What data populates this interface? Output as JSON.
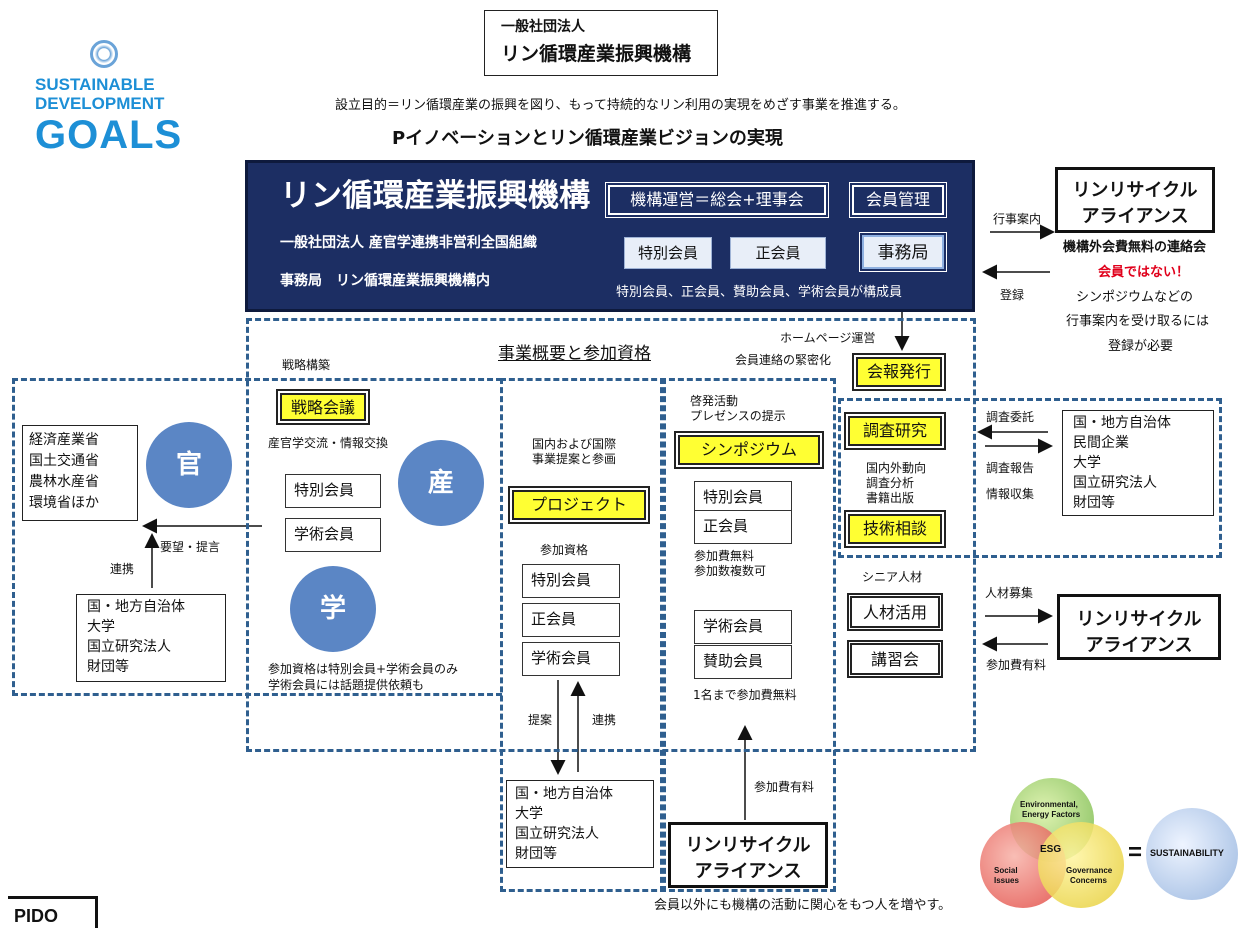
{
  "header": {
    "org_line1": "一般社団法人",
    "org_line2": "リン循環産業振興機構",
    "purpose": "設立目的＝リン循環産業の振興を図り、もって持続的なリン利用の実現をめざす事業を推進する。",
    "vision": "Pイノベーションとリン循環産業ビジョンの実現"
  },
  "sdg_logo": {
    "line1": "SUSTAINABLE",
    "line2": "DEVELOPMENT",
    "line3": "GOALS"
  },
  "panel": {
    "title": "リン循環産業振興機構",
    "subtitle": "一般社団法人 産官学連携非営利全国組織",
    "office": "事務局　リン循環産業振興機構内",
    "governance": "機構運営＝総会+理事会",
    "member_mgmt": "会員管理",
    "special_member": "特別会員",
    "regular_member": "正会員",
    "secretariat": "事務局",
    "composition": "特別会員、正会員、賛助会員、学術会員が構成員"
  },
  "alliance_top": {
    "name_line1": "リンリサイクル",
    "name_line2": "アライアンス",
    "notice": "行事案内",
    "register": "登録",
    "desc_line1": "機構外会費無料の連絡会",
    "desc_line2": "会員ではない！",
    "desc_line3": "シンポジウムなどの",
    "desc_line4": "行事案内を受け取るには",
    "desc_line5": "登録が必要"
  },
  "business": {
    "title": "事業概要と参加資格",
    "homepage": "ホームページ運営",
    "liaison": "会員連絡の緊密化",
    "bulletin": "会報発行"
  },
  "strategy": {
    "label": "戦略構築",
    "meeting": "戦略会議",
    "exchange": "産官学交流・情報交換",
    "special_member": "特別会員",
    "academic_member": "学術会員",
    "industry": "産",
    "note_line1": "参加資格は特別会員+学術会員のみ",
    "note_line2": "学術会員には話題提供依頼も"
  },
  "government": {
    "circle": "官",
    "ministries": [
      "経済産業省",
      "国土交通省",
      "農林水産省",
      "環境省ほか"
    ],
    "academia": "学",
    "request": "要望・提言",
    "collab": "連携",
    "orgs": [
      "国・地方自治体",
      "大学",
      "国立研究法人",
      "財団等"
    ]
  },
  "project": {
    "intro_line1": "国内および国際",
    "intro_line2": "事業提案と参画",
    "label": "プロジェクト",
    "qualification": "参加資格",
    "members": [
      "特別会員",
      "正会員",
      "学術会員"
    ],
    "propose": "提案",
    "collab": "連携",
    "orgs": [
      "国・地方自治体",
      "大学",
      "国立研究法人",
      "財団等"
    ]
  },
  "symposium": {
    "intro_line1": "啓発活動",
    "intro_line2": "プレゼンスの提示",
    "label": "シンポジウム",
    "members_a": [
      "特別会員",
      "正会員"
    ],
    "free_line1": "参加費無料",
    "free_line2": "参加数複数可",
    "members_b": [
      "学術会員",
      "賛助会員"
    ],
    "free_one": "1名まで参加費無料",
    "paid": "参加費有料"
  },
  "research": {
    "label": "調査研究",
    "items": [
      "国内外動向",
      "調査分析",
      "書籍出版"
    ],
    "consult": "技術相談",
    "commission": "調査委託",
    "report": "調査報告",
    "collect": "情報収集",
    "partners": [
      "国・地方自治体",
      "民間企業",
      "大学",
      "国立研究法人",
      "財団等"
    ]
  },
  "hr": {
    "senior": "シニア人材",
    "utilize": "人材活用",
    "course": "講習会",
    "recruit": "人材募集",
    "paid": "参加費有料"
  },
  "alliance_mid": {
    "line1": "リンリサイクル",
    "line2": "アライアンス"
  },
  "alliance_bottom": {
    "line1": "リンリサイクル",
    "line2": "アライアンス"
  },
  "footer": {
    "note": "会員以外にも機構の活動に関心をもつ人を増やす。",
    "pido": "PIDO"
  },
  "esg": {
    "env_line1": "Environmental,",
    "env_line2": "Energy Factors",
    "social_line1": "Social",
    "social_line2": "Issues",
    "gov_line1": "Governance",
    "gov_line2": "Concerns",
    "center": "ESG",
    "equals": "=",
    "result": "SUSTAINABILITY"
  },
  "colors": {
    "navy": "#1c2e63",
    "yellow": "#ffff33",
    "circle_blue": "#5b86c5",
    "dashed_blue": "#2f5f8f"
  }
}
